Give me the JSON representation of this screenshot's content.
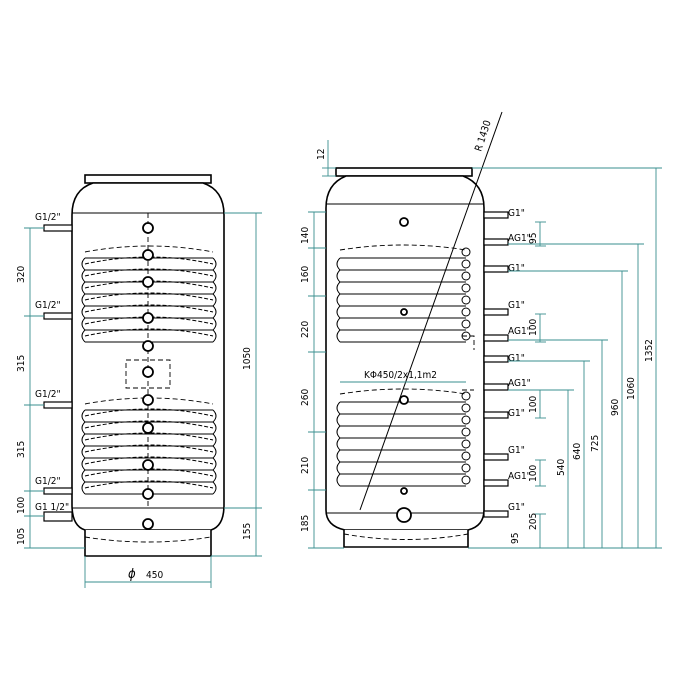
{
  "colors": {
    "dimension_line": "#3a8f8f",
    "outline": "#000000",
    "background": "#ffffff"
  },
  "left_view": {
    "connection_labels": [
      "G1/2\"",
      "G1/2\"",
      "G1/2\"",
      "G1/2\"",
      "G1 1/2\""
    ],
    "vertical_dims": [
      "320",
      "315",
      "315",
      "100",
      "105"
    ],
    "height_dim": "1050",
    "right_small_dim": "155",
    "diameter_symbol": "ϕ",
    "diameter_value": "450"
  },
  "right_view": {
    "radius_label": "R 1430",
    "top_dim": "12",
    "left_dims": [
      "140",
      "160",
      "220",
      "260",
      "210",
      "185"
    ],
    "coil_label": "KΦ450/2x1,1m2",
    "connection_labels": [
      "G1\"",
      "AG1\"",
      "G1\"",
      "G1\"",
      "AG1\"",
      "G1\"",
      "AG1\"",
      "G1\"",
      "G1\"",
      "AG1\"",
      "G1\""
    ],
    "inner_dims": [
      "95",
      "100",
      "100",
      "100",
      "205",
      "95"
    ],
    "height_dims": [
      "540",
      "640",
      "725",
      "960",
      "1060",
      "1352"
    ]
  }
}
